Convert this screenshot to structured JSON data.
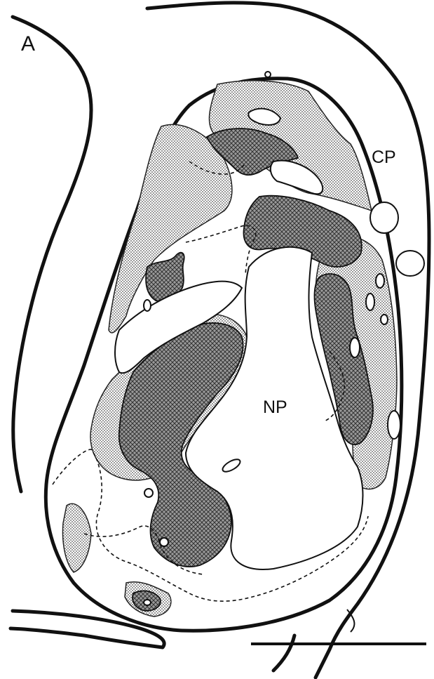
{
  "figure": {
    "panel_label": "A",
    "labels": {
      "cp": "CP",
      "np": "NP"
    },
    "colors": {
      "outline": "#111111",
      "stipple_fill": "#c8c8c8",
      "crosshatch_fill": "#8a8a8a",
      "background": "#ffffff"
    }
  }
}
